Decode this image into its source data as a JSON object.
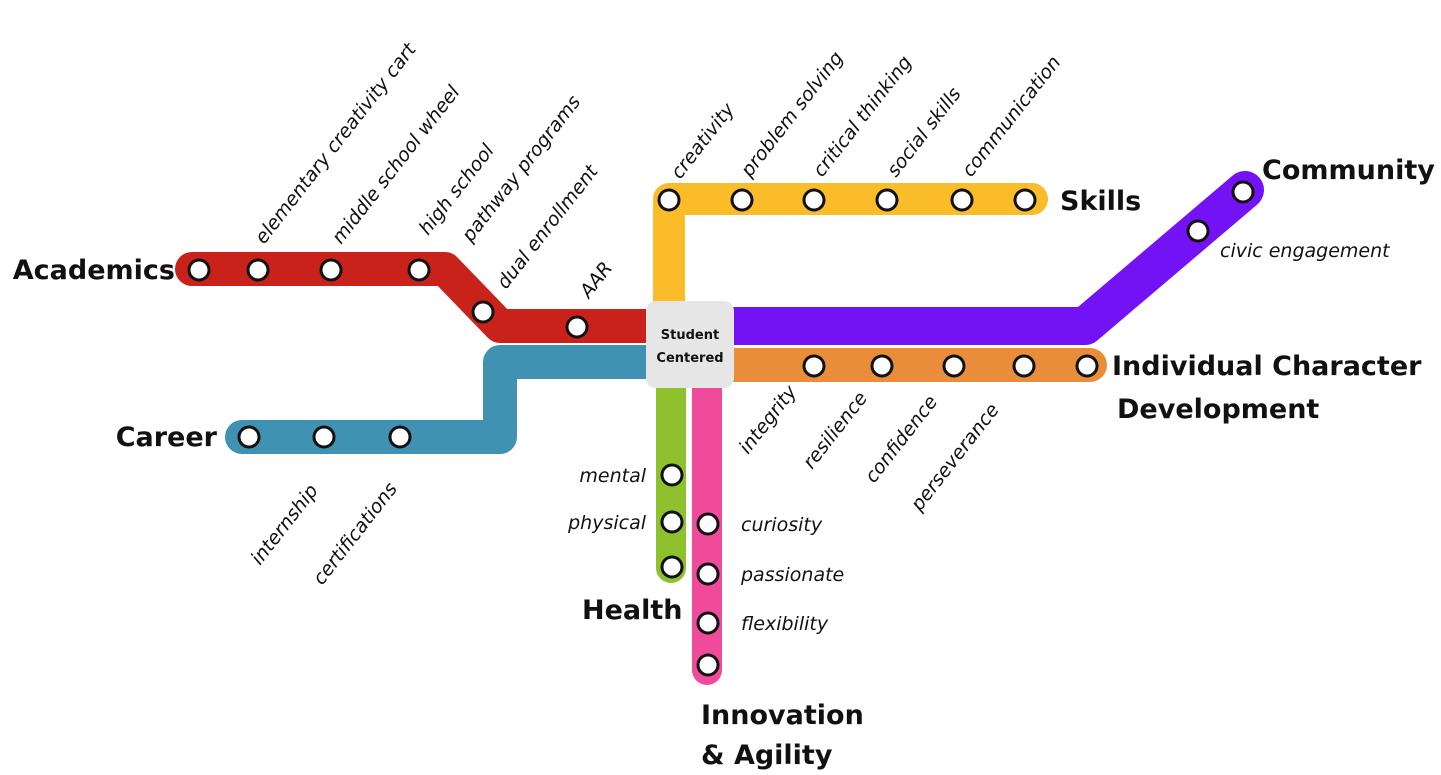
{
  "hub": {
    "line1": "Student",
    "line2": "Centered"
  },
  "lines": {
    "academics": {
      "name": "Academics",
      "color": "#c8221a",
      "stops": [
        "elementary creativity cart",
        "middle school wheel",
        "high school",
        "pathway programs",
        "dual enrollment",
        "AAR"
      ]
    },
    "career": {
      "name": "Career",
      "color": "#3f92b2",
      "stops": [
        "internship",
        "certifications"
      ]
    },
    "skills": {
      "name": "Skills",
      "color": "#fbbc29",
      "stops": [
        "creativity",
        "problem solving",
        "critical thinking",
        "social skills",
        "communication"
      ]
    },
    "community": {
      "name": "Community",
      "color": "#7312f5",
      "stops": [
        "civic engagement"
      ]
    },
    "character": {
      "name_line1": "Individual Character",
      "name_line2": "Development",
      "color": "#e98d3a",
      "stops": [
        "integrity",
        "resilience",
        "confidence",
        "perseverance"
      ]
    },
    "health": {
      "name": "Health",
      "color": "#8ec12d",
      "stops": [
        "mental",
        "physical"
      ]
    },
    "innovation": {
      "name_line1": "Innovation",
      "name_line2": "& Agility",
      "color": "#ef4b9a",
      "stops": [
        "curiosity",
        "passionate",
        "flexibility"
      ]
    }
  },
  "colors": {
    "hub_fill": "#e6e6e6",
    "stop_fill": "#ffffff",
    "stop_stroke": "#111111"
  }
}
